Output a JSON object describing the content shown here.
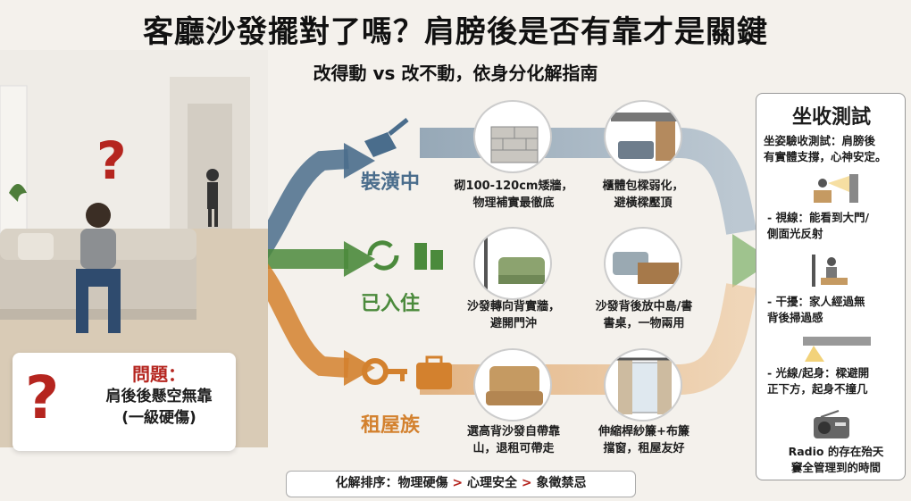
{
  "header": {
    "title": "客廳沙發擺對了嗎？肩膀後是否有靠才是關鍵",
    "subtitle": "改得動 vs 改不動，依身分化解指南"
  },
  "problem": {
    "title": "問題：",
    "line1": "肩後後懸空無靠",
    "line2": "(一級硬傷)",
    "icon": "question-mark-icon"
  },
  "rows": [
    {
      "label": "裝潢中",
      "color": "#4a6d8c",
      "icon": "trowel-brick-icon",
      "items": [
        {
          "icon": "brick-wall-icon",
          "l1": "砌100-120cm矮牆，",
          "l2": "物理補實最徹底"
        },
        {
          "icon": "cabinet-beam-icon",
          "l1": "櫃體包樑弱化，",
          "l2": "避橫樑壓頂"
        }
      ]
    },
    {
      "label": "已入住",
      "color": "#4b8a3c",
      "icon": "recycle-house-icon",
      "items": [
        {
          "icon": "sofa-wall-icon",
          "l1": "沙發轉向背實牆，",
          "l2": "避開門沖"
        },
        {
          "icon": "island-desk-icon",
          "l1": "沙發背後放中島/書",
          "l2": "書桌，一物兩用"
        }
      ]
    },
    {
      "label": "租屋族",
      "color": "#d3812e",
      "icon": "key-suitcase-icon",
      "items": [
        {
          "icon": "high-back-sofa-icon",
          "l1": "選高背沙發自帶靠",
          "l2": "山，退租可帶走"
        },
        {
          "icon": "curtain-window-icon",
          "l1": "伸縮桿紗簾+布簾",
          "l2": "擋窗，租屋友好"
        }
      ]
    }
  ],
  "panel": {
    "title": "坐收測試",
    "intro1": "坐姿驗收測試：肩膀後",
    "intro2": "有實體支撐，心神安定。",
    "tests": [
      {
        "icon": "sight-line-icon",
        "l1": "- 視線：能看到大門/",
        "l2": "側面光反射"
      },
      {
        "icon": "person-sitting-icon",
        "l1": "- 干擾：家人經過無",
        "l2": "背後掃過感"
      },
      {
        "icon": "beam-light-icon",
        "l1": "- 光線/起身：樑避開",
        "l2": "正下方，起身不撞几"
      },
      {
        "icon": "radio-icon",
        "l1": "Radio 的存在殆天",
        "l2": "窶全管理到的時間"
      }
    ]
  },
  "footer": {
    "p1": "化解排序：物理硬傷 ",
    "sep1": ">",
    "p2": " 心理安全 ",
    "sep2": ">",
    "p3": " 象徵禁忌"
  },
  "colors": {
    "blue": "#4a6d8c",
    "green": "#4b8a3c",
    "orange": "#d3812e",
    "alert": "#b5251f"
  }
}
